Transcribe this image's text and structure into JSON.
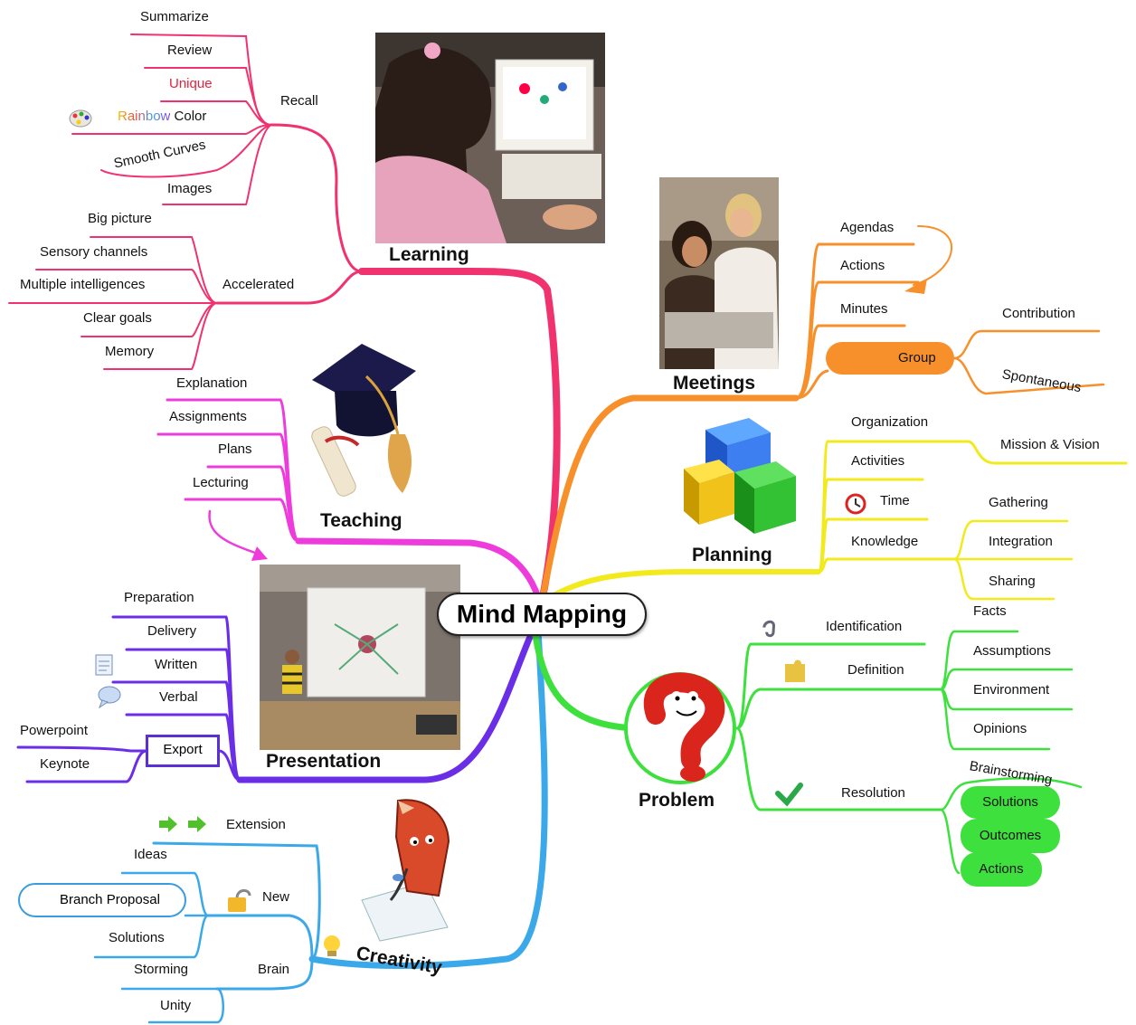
{
  "center": {
    "label": "Mind Mapping"
  },
  "learning": {
    "title": "Learning",
    "recall": {
      "label": "Recall",
      "items": [
        "Summarize",
        "Review",
        "Unique",
        "Color",
        "Images"
      ]
    },
    "rainbow": "Rainbow",
    "smooth_curves": "Smooth Curves",
    "accelerated": {
      "label": "Accelerated",
      "items": [
        "Big picture",
        "Sensory channels",
        "Multiple intelligences",
        "Clear goals",
        "Memory"
      ]
    }
  },
  "teaching": {
    "title": "Teaching",
    "items": [
      "Explanation",
      "Assignments",
      "Plans",
      "Lecturing"
    ]
  },
  "presentation": {
    "title": "Presentation",
    "items": [
      "Preparation",
      "Delivery",
      "Written",
      "Verbal"
    ],
    "export": {
      "label": "Export",
      "items": [
        "Powerpoint",
        "Keynote"
      ]
    }
  },
  "creativity": {
    "title": "Creativity",
    "extension": "Extension",
    "new": {
      "label": "New",
      "items": [
        "Ideas",
        "Branch Proposal",
        "Solutions"
      ]
    },
    "brain": {
      "label": "Brain",
      "items": [
        "Storming",
        "Unity"
      ]
    }
  },
  "meetings": {
    "title": "Meetings",
    "items": [
      "Agendas",
      "Actions",
      "Minutes"
    ],
    "group": {
      "label": "Group",
      "items": [
        "Contribution",
        "Spontaneous"
      ]
    }
  },
  "planning": {
    "title": "Planning",
    "items": [
      "Organization",
      "Activities",
      "Time",
      "Knowledge"
    ],
    "mission": "Mission & Vision",
    "knowledge_items": [
      "Gathering",
      "Integration",
      "Sharing"
    ]
  },
  "problem": {
    "title": "Problem",
    "identification": "Identification",
    "definition": {
      "label": "Definition",
      "items": [
        "Facts",
        "Assumptions",
        "Environment",
        "Opinions"
      ]
    },
    "resolution": {
      "label": "Resolution",
      "brainstorming": "Brainstorming",
      "items": [
        "Solutions",
        "Outcomes",
        "Actions"
      ]
    }
  },
  "colors": {
    "learning": "#f0336e",
    "teaching": "#ee3cdc",
    "presentation": "#6a2ee6",
    "creativity": "#3ba8ea",
    "meetings": "#f7902b",
    "planning": "#f2ea1c",
    "problem": "#3de03d"
  }
}
